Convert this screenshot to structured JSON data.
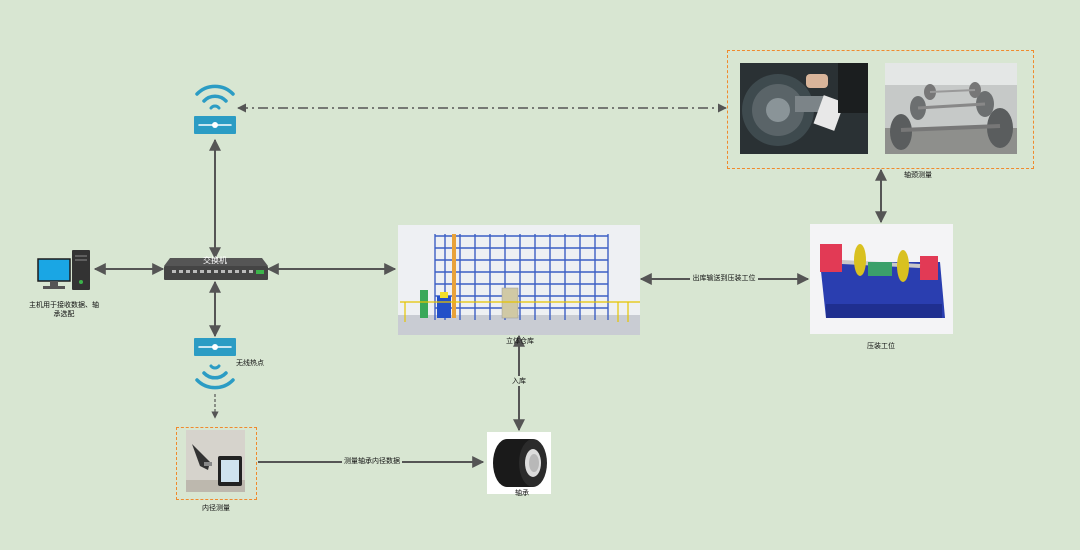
{
  "labels": {
    "switch": "交换机",
    "host": "主机用于接收数据、轴",
    "host_line2": "承选配",
    "hotspot": "无线热点",
    "inner_measure": "内径测量",
    "measure_edge": "测量轴承内径数据",
    "bearing": "轴承",
    "storage_in": "入库",
    "warehouse": "立体仓库",
    "out_edge": "出库输送到压装工位",
    "press_station": "压装工位",
    "journal_measure": "轴颈测量"
  },
  "colors": {
    "background": "#d8e6d2",
    "wifi": "#2b9cc4",
    "arrow": "#555555",
    "dashed_box": "#f08a2c"
  }
}
